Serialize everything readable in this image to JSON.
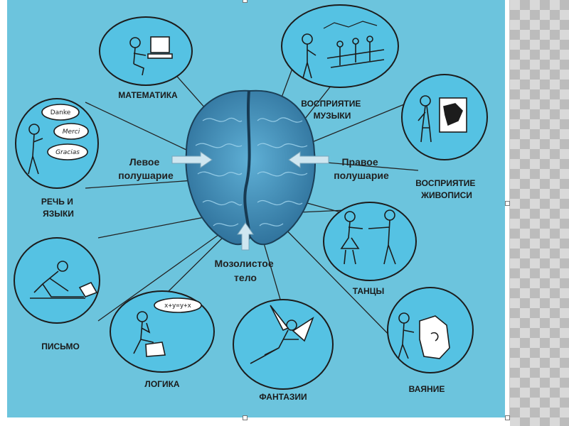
{
  "center": {
    "left_hemisphere": [
      "Левое",
      "полушарие"
    ],
    "right_hemisphere": [
      "Правое",
      "полушарие"
    ],
    "corpus_callosum": [
      "Мозолистое",
      "тело"
    ]
  },
  "topics": {
    "math": [
      "МАТЕМАТИКА"
    ],
    "music": [
      "ВОСПРИЯТИЕ",
      "МУЗЫКИ"
    ],
    "painting": [
      "ВОСПРИЯТИЕ",
      "ЖИВОПИСИ"
    ],
    "speech": [
      "РЕЧЬ И",
      "ЯЗЫКИ"
    ],
    "writing": [
      "ПИСЬМО"
    ],
    "logic": [
      "ЛОГИКА"
    ],
    "fantasy": [
      "ФАНТАЗИИ"
    ],
    "dance": [
      "ТАНЦЫ"
    ],
    "sculpture": [
      "ВАЯНИЕ"
    ]
  },
  "bubbles": [
    "Danke",
    "Merci",
    "Gracias"
  ],
  "logic_formula": "x+y=y+x",
  "colors": {
    "panel": "#6cc4dd",
    "circle": "#55c2e3",
    "brain": "#3f8fb8",
    "line": "#222222",
    "arrow": "#cfe6f0"
  }
}
